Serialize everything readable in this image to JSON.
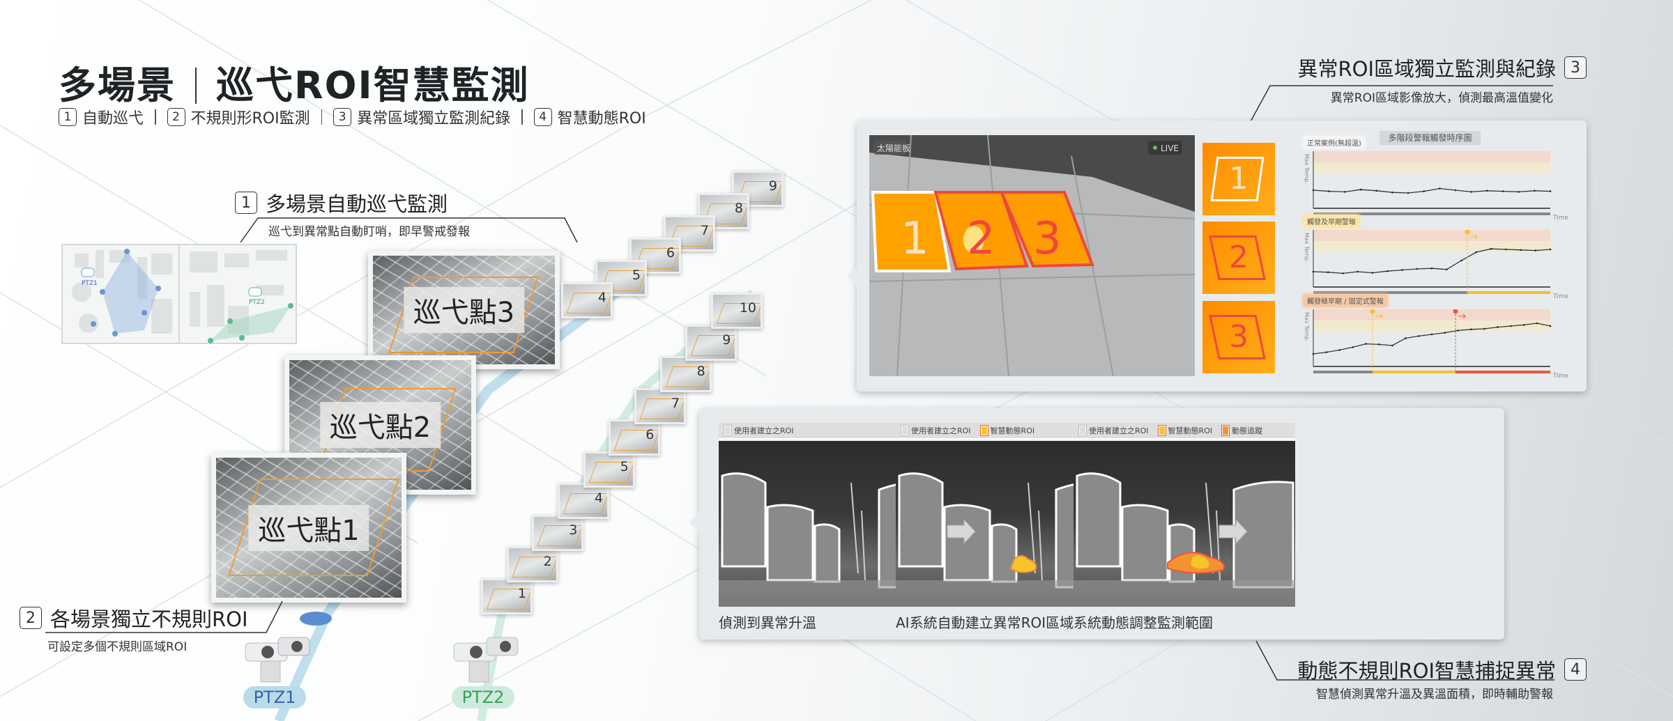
{
  "header": {
    "title_left": "多場景",
    "title_right": "巡弋ROI智慧監測",
    "features": [
      {
        "num": "1",
        "label": "自動巡弋"
      },
      {
        "num": "2",
        "label": "不規則形ROI監測"
      },
      {
        "num": "3",
        "label": "異常區域獨立監測紀錄"
      },
      {
        "num": "4",
        "label": "智慧動態ROI"
      }
    ]
  },
  "section1": {
    "num": "1",
    "title": "多場景自動巡弋監測",
    "subtitle": "巡弋到異常點自動盯哨，即早警戒發報"
  },
  "section2": {
    "num": "2",
    "title": "各場景獨立不規則ROI",
    "subtitle": "可設定多個不規則區域ROI"
  },
  "section3": {
    "num": "3",
    "title": "異常ROI區域獨立監測與紀錄",
    "subtitle": "異常ROI區域影像放大，偵測最高溫值變化"
  },
  "section4": {
    "num": "4",
    "title": "動態不規則ROI智慧捕捉異常",
    "subtitle": "智慧偵測異常升溫及異溫面積，即時輔助警報"
  },
  "floorplan": {
    "cam1": "PTZ1",
    "cam2": "PTZ2"
  },
  "patrol_points": [
    "巡弋點1",
    "巡弋點2",
    "巡弋點3"
  ],
  "thumbs_ptz1": [
    "4",
    "5",
    "6",
    "7",
    "8",
    "9"
  ],
  "thumbs_ptz2": [
    "1",
    "2",
    "3",
    "4",
    "5",
    "6",
    "7",
    "8",
    "9",
    "10"
  ],
  "cameras": [
    {
      "label": "PTZ1",
      "color": "#3a5fb0",
      "bg": "#b9dcea"
    },
    {
      "label": "PTZ2",
      "color": "#3aa057",
      "bg": "#cdeadd"
    }
  ],
  "thermal": {
    "scene_label": "太陽能板",
    "live_label": "LIVE",
    "rois": [
      "1",
      "2",
      "3"
    ],
    "chart_title": "多階段警報觸發時序圖",
    "y_label": "Max Temp.",
    "x_label": "Time",
    "charts": [
      {
        "tag": "正常案例(無超溫)",
        "tag_color": "#f4f4f4",
        "roi": "1",
        "values": [
          30,
          28,
          27,
          31,
          29,
          26,
          25,
          28,
          33,
          30,
          27,
          29,
          28,
          27,
          29,
          28
        ],
        "alarms": []
      },
      {
        "tag": "觸發及早期警報",
        "tag_color": "#fbe6a6",
        "roi": "2",
        "values": [
          25,
          24,
          22,
          25,
          23,
          26,
          28,
          30,
          31,
          29,
          45,
          60,
          66,
          65,
          64,
          63,
          65
        ],
        "alarms": [
          {
            "t": 0.65,
            "level": "early"
          }
        ]
      },
      {
        "tag": "觸發極早期 / 固定式警報",
        "tag_color": "#f6c9a6",
        "roi": "3",
        "values": [
          20,
          23,
          27,
          32,
          38,
          37,
          35,
          48,
          52,
          55,
          58,
          62,
          64,
          65,
          68,
          70,
          72,
          75,
          70
        ],
        "alarms": [
          {
            "t": 0.25,
            "level": "early"
          },
          {
            "t": 0.6,
            "level": "fixed"
          }
        ]
      }
    ]
  },
  "dynamic": {
    "legend_user": "使用者建立之ROI",
    "legend_smart": "智慧動態ROI",
    "legend_track": "動態追蹤",
    "captions": [
      "偵測到異常升溫",
      "AI系統自動建立異常ROI區域",
      "系統動態調整監測範圍"
    ]
  },
  "colors": {
    "early": "#f5c02e",
    "fixed": "#f0553a",
    "band_red": "#f3d9cc",
    "band_yellow": "#f1ead0",
    "roi_orange": "#ff9d00",
    "roi_red": "#f0473d"
  }
}
